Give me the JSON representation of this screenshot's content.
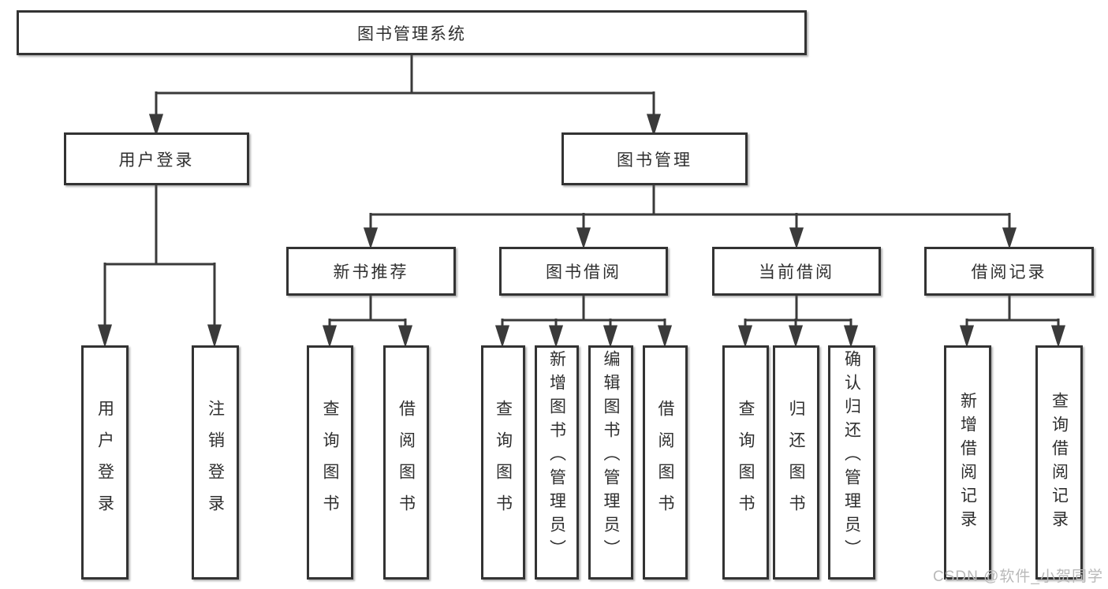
{
  "diagram": {
    "title": "图书管理系统",
    "level2": [
      {
        "label": "用户登录"
      },
      {
        "label": "图书管理"
      }
    ],
    "level3": [
      {
        "label": "新书推荐"
      },
      {
        "label": "图书借阅"
      },
      {
        "label": "当前借阅"
      },
      {
        "label": "借阅记录"
      }
    ],
    "leaves": {
      "login": [
        "用户登录",
        "注销登录"
      ],
      "new_books": [
        "查询图书",
        "借阅图书"
      ],
      "book_borrow": [
        "查询图书",
        "新增图书（管理员）",
        "编辑图书（管理员）",
        "借阅图书"
      ],
      "current_borrow": [
        "查询图书",
        "归还图书",
        "确认归还（管理员）"
      ],
      "borrow_records": [
        "新增借阅记录",
        "查询借阅记录"
      ]
    }
  },
  "watermark": "CSDN @软件_小贺同学",
  "colors": {
    "line": "#3a3a3a",
    "border": "#333333",
    "text": "#2f2f2f",
    "watermark": "#b9b9b9",
    "background": "#ffffff"
  }
}
